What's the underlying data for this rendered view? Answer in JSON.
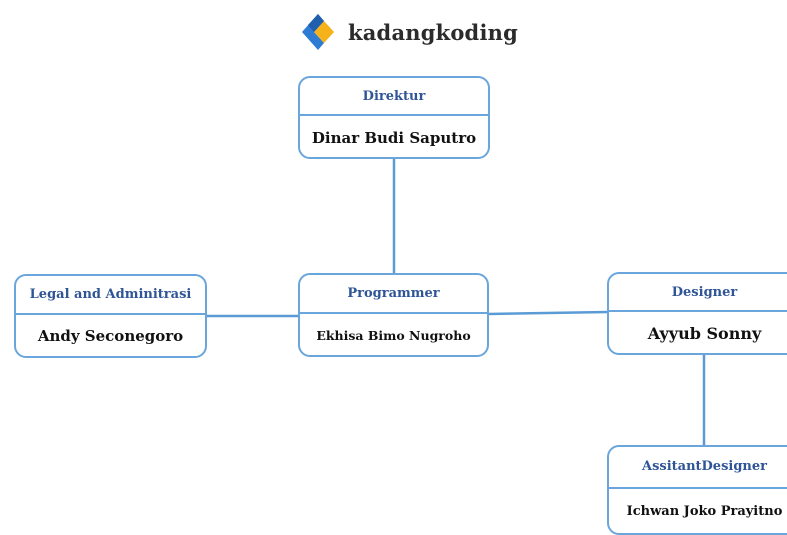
{
  "brand": {
    "name": "kadangkoding",
    "colors": {
      "blue": "#2e7bd3",
      "yellow": "#f6b21a"
    }
  },
  "colors": {
    "border": "#6aa6db",
    "connector": "#5a9bd5",
    "role_text": "#2f5597",
    "name_text": "#111111"
  },
  "nodes": {
    "direktur": {
      "role": "Direktur",
      "name": "Dinar Budi Saputro"
    },
    "legal": {
      "role": "Legal and Adminitrasi",
      "name": "Andy Seconegoro"
    },
    "programmer": {
      "role": "Programmer",
      "name": "Ekhisa Bimo Nugroho"
    },
    "designer": {
      "role": "Designer",
      "name": "Ayyub Sonny"
    },
    "assistant_designer": {
      "role": "AssitantDesigner",
      "name": "Ichwan Joko Prayitno"
    }
  },
  "edges": [
    {
      "from": "direktur",
      "to": "programmer"
    },
    {
      "from": "programmer",
      "to": "legal"
    },
    {
      "from": "programmer",
      "to": "designer"
    },
    {
      "from": "designer",
      "to": "assistant_designer"
    }
  ]
}
